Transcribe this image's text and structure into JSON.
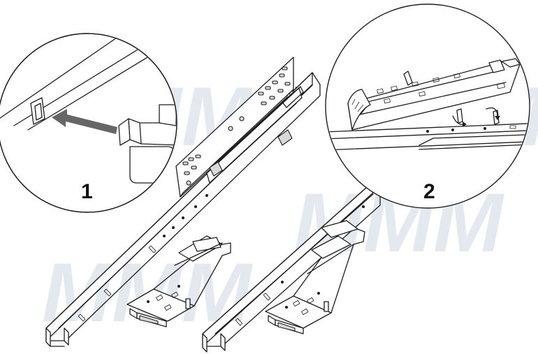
{
  "steps": {
    "step1_label": "1",
    "step2_label": "2"
  },
  "watermark": {
    "text": "MMM",
    "color": "#9fb4c8"
  },
  "colors": {
    "line": "#1e1e1e",
    "arrow_gray": "#666666",
    "background": "#ffffff"
  }
}
